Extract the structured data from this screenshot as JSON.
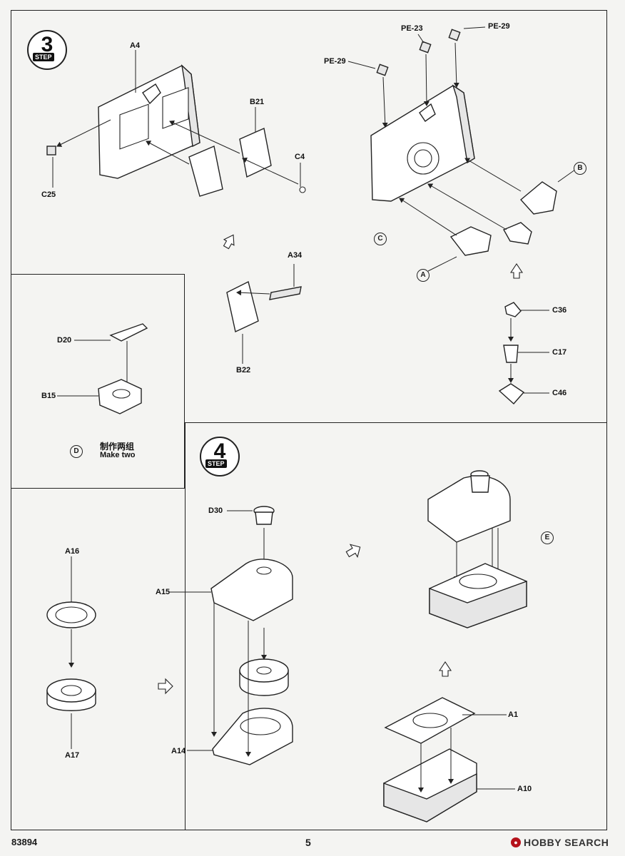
{
  "steps": {
    "step3": {
      "number": "3",
      "word": "STEP"
    },
    "step4": {
      "number": "4",
      "word": "STEP"
    }
  },
  "labels": {
    "a4": "A4",
    "b21": "B21",
    "c4": "C4",
    "c25": "C25",
    "pe23": "PE-23",
    "pe29_top": "PE-29",
    "pe29_left": "PE-29",
    "b": "B",
    "c": "C",
    "a": "A",
    "a34": "A34",
    "b22": "B22",
    "c36": "C36",
    "c17": "C17",
    "c46": "C46",
    "d20": "D20",
    "b15": "B15",
    "d": "D",
    "make_two_cn": "制作两组",
    "make_two_en": "Make two",
    "d30": "D30",
    "a15": "A15",
    "a16": "A16",
    "a17": "A17",
    "a14": "A14",
    "e": "E",
    "a1": "A1",
    "a10": "A10"
  },
  "footer": {
    "code": "83894",
    "page": "5",
    "watermark": "HOBBY SEARCH"
  }
}
